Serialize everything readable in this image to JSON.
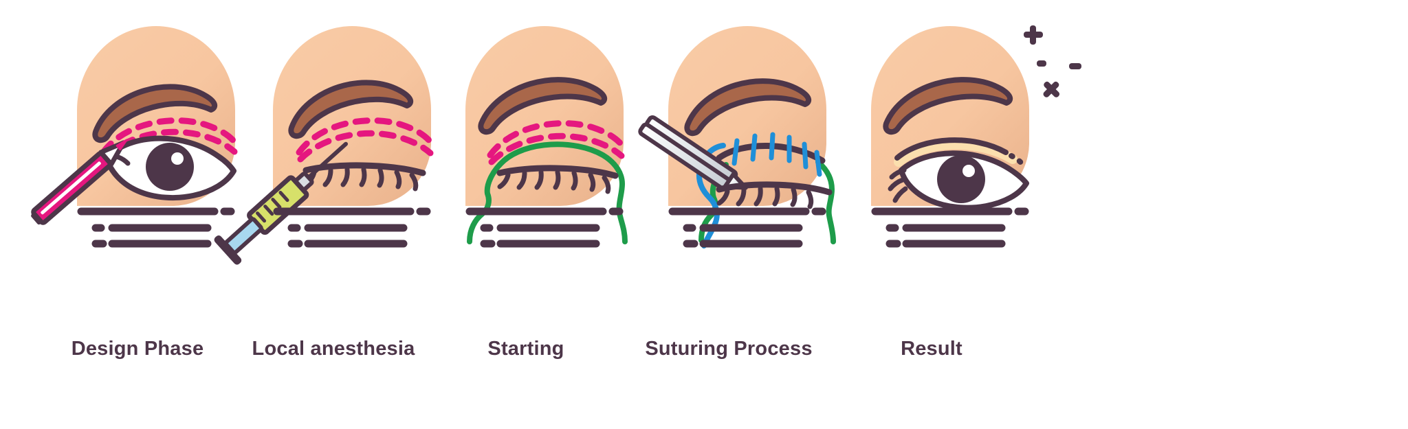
{
  "illustration": {
    "title": "Blepharoplasty (double eyelid surgery) procedure steps",
    "type": "medical-procedure-infographic",
    "background_color": "#ffffff",
    "step_count": 5
  },
  "palette": {
    "skin": "#f7c6a0",
    "skin_shadow": "#edb894",
    "outline": "#4d3649",
    "brow_fill": "#a9674a",
    "marking_pink": "#e5177f",
    "incision_green": "#1e9c4a",
    "suture_blue": "#1f8fd8",
    "pencil_body": "#e5177f",
    "pencil_highlight": "#ffffff",
    "syringe_barrel": "#d7e06a",
    "syringe_plunger": "#a8d8ef",
    "forceps_metal": "#d9dde2",
    "crease_cream": "#fbdfae",
    "label_text": "#4d3649",
    "sclera": "#ffffff",
    "iris": "#4d3649"
  },
  "steps": [
    {
      "index": 1,
      "label": "Design Phase",
      "instruments": [
        "marking-pencil"
      ],
      "features": [
        "open-eye",
        "eyebrow",
        "pink-dashed-marking-lines",
        "text-lines"
      ],
      "eye_state": "open"
    },
    {
      "index": 2,
      "label": "Local anesthesia",
      "instruments": [
        "syringe"
      ],
      "features": [
        "closed-eye",
        "eyelashes",
        "eyebrow",
        "pink-dashed-marking-lines",
        "text-lines"
      ],
      "eye_state": "closed"
    },
    {
      "index": 3,
      "label": "Starting",
      "instruments": [],
      "features": [
        "closed-eye",
        "eyelashes",
        "eyebrow",
        "pink-dashed-marking-lines",
        "green-incision-line",
        "text-lines"
      ],
      "eye_state": "closed"
    },
    {
      "index": 4,
      "label": "Suturing Process",
      "instruments": [
        "forceps",
        "suture-needle"
      ],
      "features": [
        "closed-eye",
        "eyelashes",
        "eyebrow",
        "blue-suture-thread",
        "blue-stitches",
        "green-incision-line",
        "text-lines"
      ],
      "eye_state": "closed",
      "stitch_count": 6
    },
    {
      "index": 5,
      "label": "Result",
      "instruments": [],
      "features": [
        "open-eye",
        "eyebrow",
        "cream-eyelid-crease",
        "sparkle-marks",
        "text-lines"
      ],
      "eye_state": "open",
      "sparkles": [
        "plus",
        "dot",
        "dash",
        "cross"
      ]
    }
  ],
  "text_lines": {
    "description": "Three rows of placeholder text bars under each face",
    "rows": [
      {
        "segments": [
          "long-bar",
          "short-dash"
        ]
      },
      {
        "segments": [
          "short-dash",
          "medium-bar"
        ]
      },
      {
        "segments": [
          "short-dash",
          "medium-bar"
        ]
      }
    ]
  }
}
